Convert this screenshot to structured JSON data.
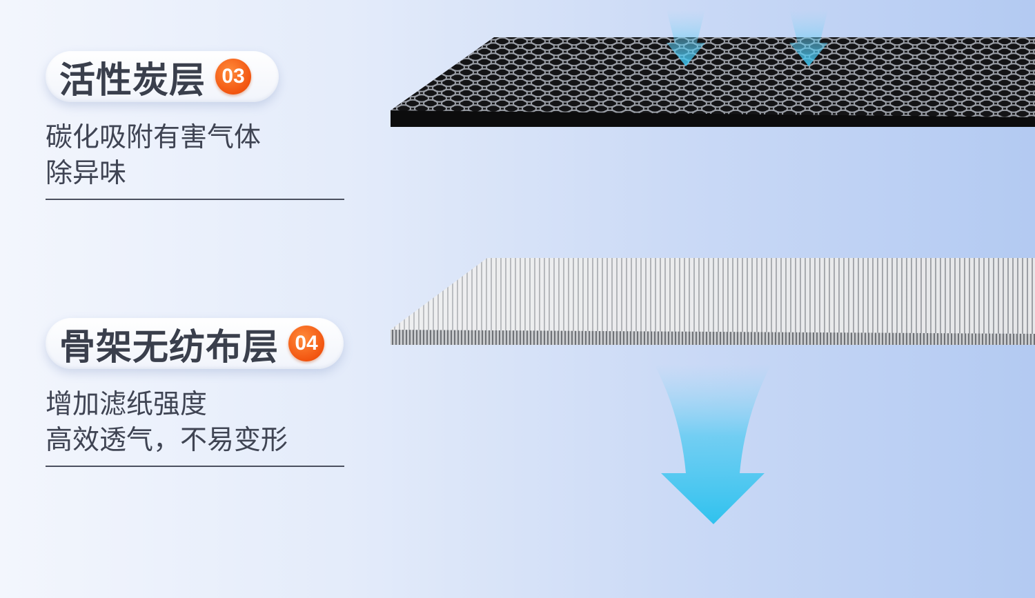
{
  "layers": [
    {
      "title": "活性炭层",
      "badge": "03",
      "desc_line1": "碳化吸附有害气体",
      "desc_line2": "除异味"
    },
    {
      "title": "骨架无纺布层",
      "badge": "04",
      "desc_line1": "增加滤纸强度",
      "desc_line2": "高效透气，不易变形"
    }
  ],
  "icons": {
    "airflow_arrow": "down-arrow-icon",
    "badge_style": "orange-circle"
  },
  "colors": {
    "badge": "#f25510",
    "title_text": "#3a3f4c",
    "desc_text": "#3f4453",
    "arrow": "#39c3ee",
    "carbon_layer": "#1c1c1e",
    "fabric_layer": "#d9dadc"
  }
}
